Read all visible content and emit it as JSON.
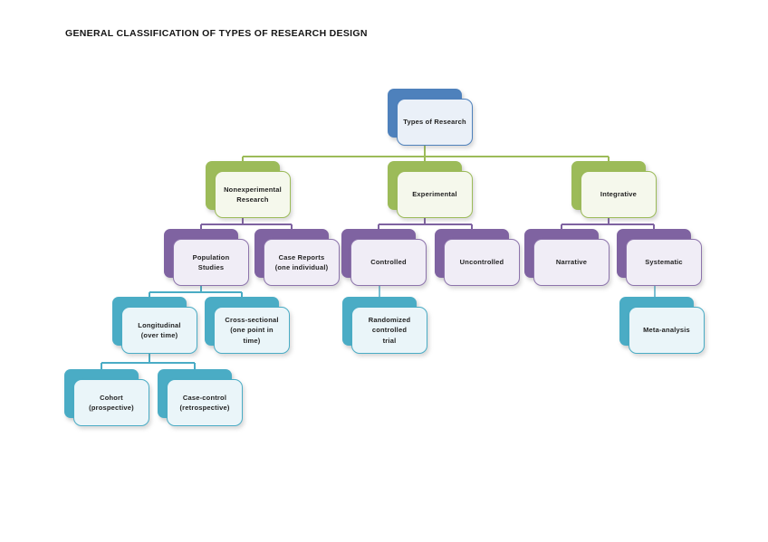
{
  "title": "GENERAL CLASSIFICATION OF TYPES OF RESEARCH DESIGN",
  "diagram_type": "hierarchy",
  "colors": {
    "level1_blue": "#4E81BC",
    "level2_green": "#9CBB59",
    "level3_purple": "#7F63A1",
    "level4_teal": "#4AACC5",
    "single_link_teal": "#7CC0D4",
    "background": "#FFFFFF"
  },
  "nodes": [
    {
      "id": "types-of-research",
      "label": "Types of Research",
      "color": "blue",
      "parent": null
    },
    {
      "id": "nonexperimental-research",
      "label": "Nonexperimental\nResearch",
      "color": "green",
      "parent": "types-of-research"
    },
    {
      "id": "experimental",
      "label": "Experimental",
      "color": "green",
      "parent": "types-of-research"
    },
    {
      "id": "integrative",
      "label": "Integrative",
      "color": "green",
      "parent": "types-of-research"
    },
    {
      "id": "population-studies",
      "label": "Population\nStudies",
      "color": "purple",
      "parent": "nonexperimental-research"
    },
    {
      "id": "case-reports",
      "label": "Case Reports\n(one individual)",
      "color": "purple",
      "parent": "nonexperimental-research"
    },
    {
      "id": "controlled",
      "label": "Controlled",
      "color": "purple",
      "parent": "experimental"
    },
    {
      "id": "uncontrolled",
      "label": "Uncontrolled",
      "color": "purple",
      "parent": "experimental"
    },
    {
      "id": "narrative",
      "label": "Narrative",
      "color": "purple",
      "parent": "integrative"
    },
    {
      "id": "systematic",
      "label": "Systematic",
      "color": "purple",
      "parent": "integrative"
    },
    {
      "id": "longitudinal",
      "label": "Longitudinal\n(over time)",
      "color": "teal",
      "parent": "population-studies"
    },
    {
      "id": "cross-sectional",
      "label": "Cross-sectional\n(one point in\ntime)",
      "color": "teal",
      "parent": "population-studies"
    },
    {
      "id": "randomized-controlled-trial",
      "label": "Randomized\ncontrolled\ntrial",
      "color": "teal",
      "parent": "controlled"
    },
    {
      "id": "meta-analysis",
      "label": "Meta-analysis",
      "color": "teal",
      "parent": "systematic"
    },
    {
      "id": "cohort",
      "label": "Cohort\n(prospective)",
      "color": "teal",
      "parent": "longitudinal"
    },
    {
      "id": "case-control",
      "label": "Case-control\n(retrospective)",
      "color": "teal",
      "parent": "longitudinal"
    }
  ]
}
